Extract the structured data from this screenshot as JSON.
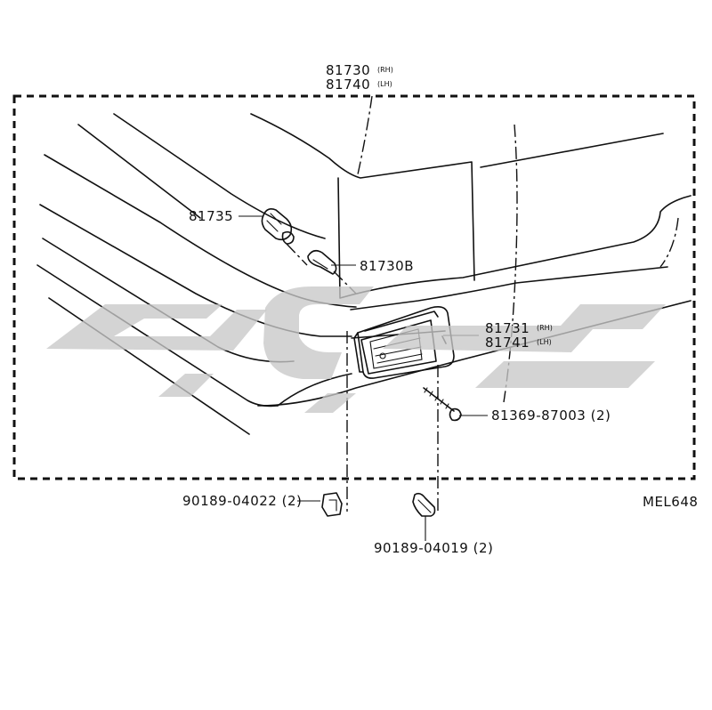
{
  "diagram": {
    "header_labels": [
      {
        "number": "81730",
        "suffix": "(RH)"
      },
      {
        "number": "81740",
        "suffix": "(LH)"
      }
    ],
    "parts": {
      "socket": "81735",
      "bulb": "81730B",
      "lamp_rh": "81731",
      "lamp_rh_suffix": "(RH)",
      "lamp_lh": "81741",
      "lamp_lh_suffix": "(LH)",
      "screw": "81369-87003 (2)",
      "nut_left": "90189-04022 (2)",
      "nut_right": "90189-04019 (2)"
    },
    "figure_code": "MEL648"
  },
  "colors": {
    "line": "#111111",
    "watermark": "#c8c8c8",
    "background": "#ffffff"
  }
}
